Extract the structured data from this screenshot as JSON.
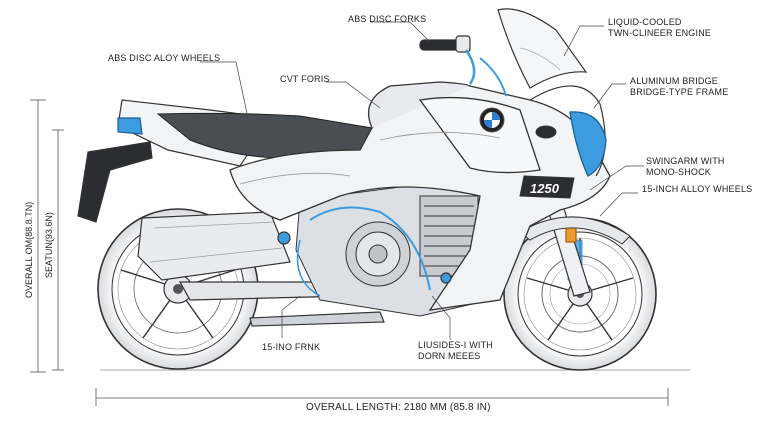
{
  "labels": {
    "abs_forks": "ABS DISC FORKS",
    "abs_wheels": "ABS DISC ALOY WHEELS",
    "cvt": "CVT FORIS",
    "engine_1": "LIQUID-COOLED",
    "engine_2": "TWN-CLINEER ENGINE",
    "frame_1": "ALUMINUM BRIDGE",
    "frame_2": "BRIDGE-TYPE FRAME",
    "swingarm_1": "SWINGARM WITH",
    "swingarm_2": "MONO-SHOCK",
    "alloy_wheels": "15-INCH ALLOY WHEELS",
    "frnk": "15-INO FRNK",
    "liquid_1": "LIUSIDES-I WITH",
    "liquid_2": "DORN MEEES",
    "height": "OVERALL OM(88.8.TN)",
    "seat_height": "SEATUN(93.6N)",
    "overall_length": "OVERALL LENGTH: 2180 MM (85.8 IN)",
    "badge": "1250"
  },
  "colors": {
    "line": "#333333",
    "accent": "#3d9be0",
    "body": "#f2f3f5",
    "seat": "#4a4d52",
    "dark": "#2b2d31",
    "orange": "#f09a2a"
  },
  "icons": {
    "logo": "bmw-roundel-icon"
  }
}
